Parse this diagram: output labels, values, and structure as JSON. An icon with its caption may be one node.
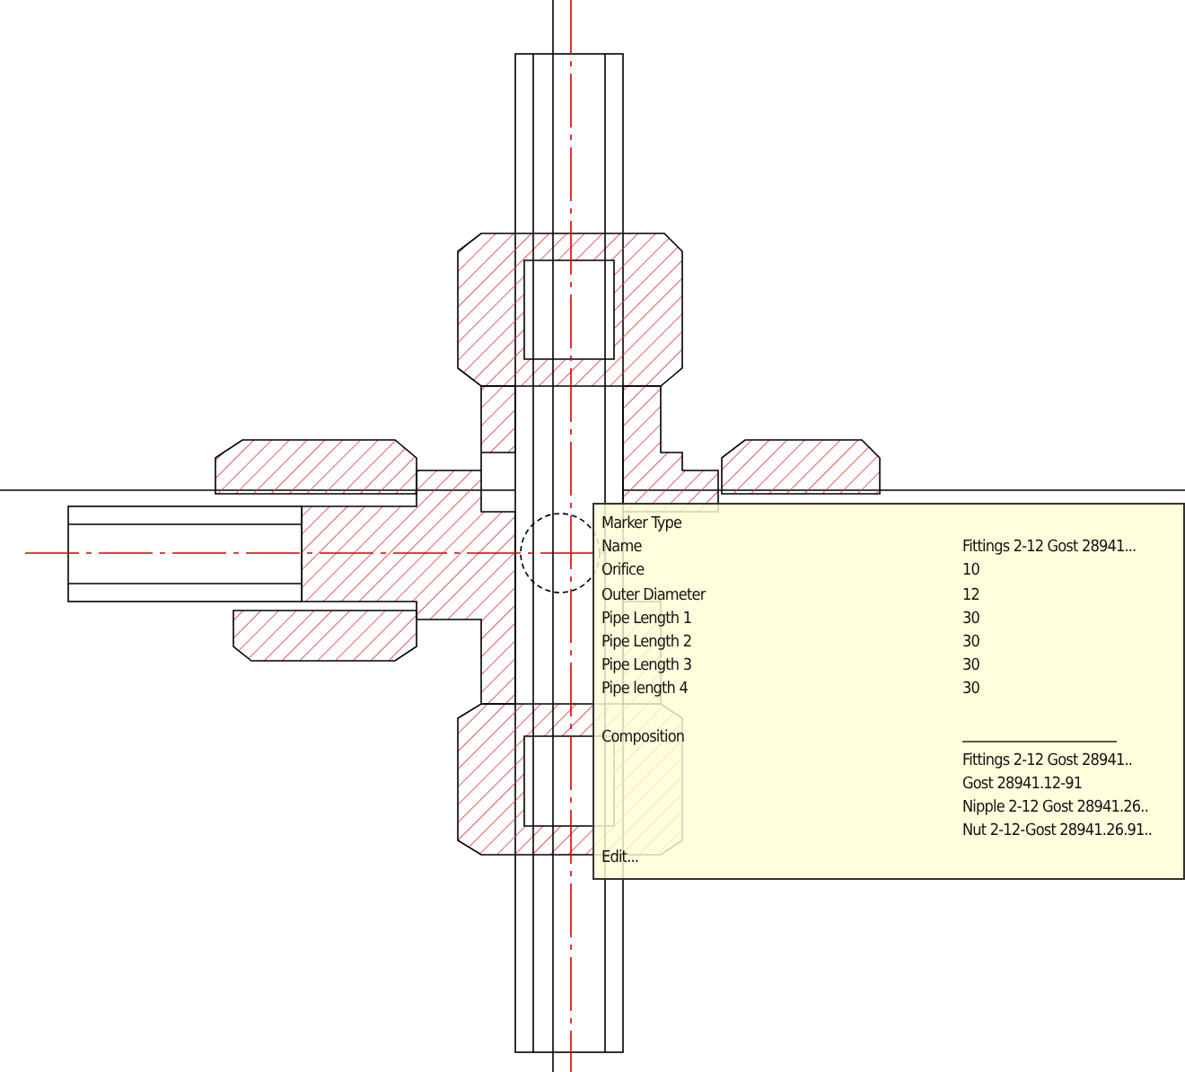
{
  "diagram": {
    "labels": [
      "Marker Type",
      "Name",
      "Fittings 2-12 Gost 28941...",
      "Orifice",
      "10",
      "Outer Diameter",
      "12",
      "Pipe Length 1",
      "30",
      "Pipe Length 2",
      "30",
      "Pipe Length 3",
      "30",
      "Pipe length 4",
      "30",
      "Composition",
      "Fittings 2-12 Gost 28941..",
      "Gost 28941.12-91",
      "Nipple 2-12 Gost 28941.26..",
      "Nut 2-12-Gost 28941.26.91..",
      "Edit..."
    ]
  }
}
